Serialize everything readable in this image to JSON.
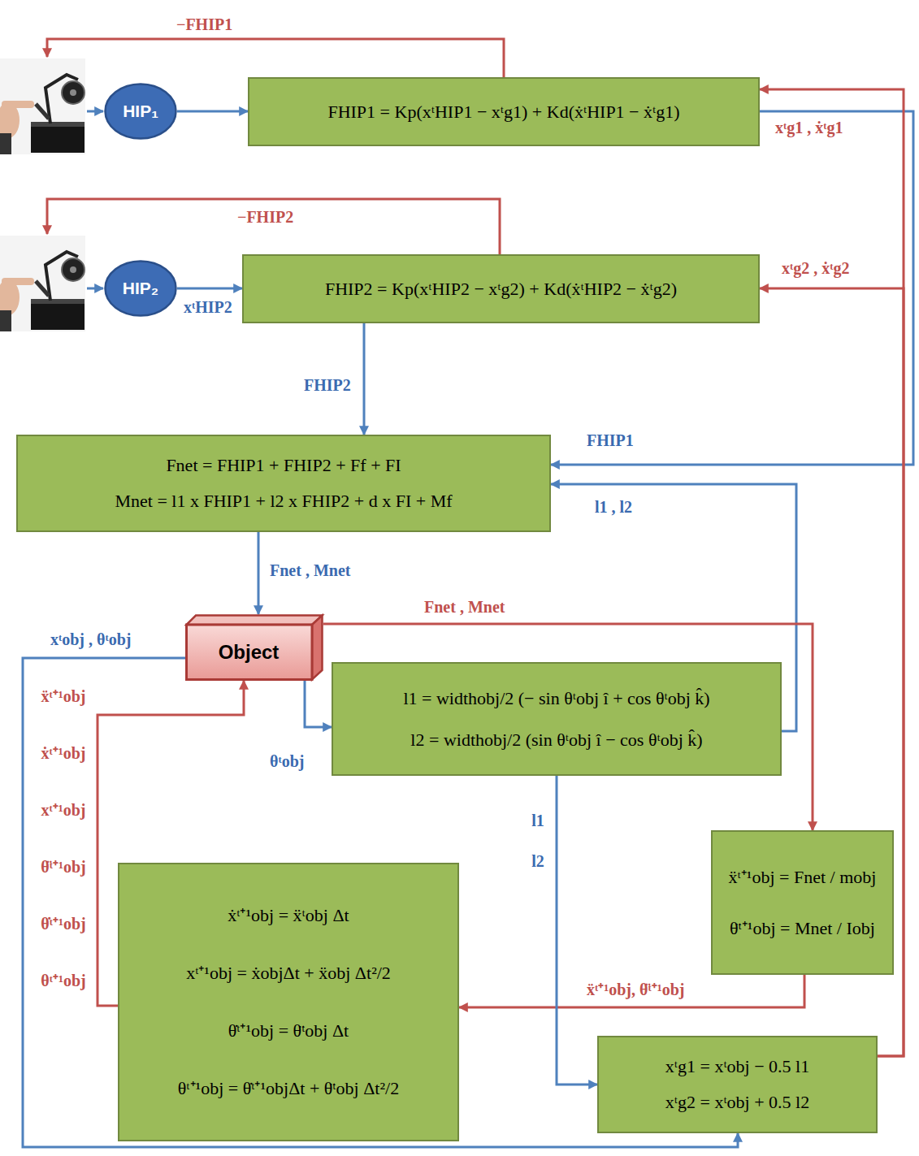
{
  "diagram": {
    "nodes": [
      {
        "text": [
          "HIP₁"
        ]
      },
      {
        "text": [
          "FHIP1 = Kp(xᵗHIP1 − xᵗg1) + Kd(ẋᵗHIP1 − ẋᵗg1)"
        ]
      },
      {
        "text": [
          "HIP₂"
        ]
      },
      {
        "text": [
          "FHIP2 = Kp(xᵗHIP2 − xᵗg2) + Kd(ẋᵗHIP2 − ẋᵗg2)"
        ]
      },
      {
        "text": [
          "Fnet = FHIP1 + FHIP2 + Ff + FI",
          "Mnet = l1 x FHIP1 + l2 x FHIP2 + d x FI + Mf"
        ]
      },
      {
        "text": [
          "Object"
        ]
      },
      {
        "text": [
          "l1 = widthobj/2 (− sin θᵗobj î + cos θᵗobj k̂)",
          "l2 = widthobj/2 (sin θᵗobj î − cos θᵗobj k̂)"
        ]
      },
      {
        "text": [
          "ẍᵗ⁺¹obj = Fnet / mobj",
          "θ̈ᵗ⁺¹obj = Mnet / Iobj"
        ]
      },
      {
        "text": [
          "ẋᵗ⁺¹obj = ẍᵗobj Δt",
          "xᵗ⁺¹obj = ẋobjΔt + ẍobj Δt²/2",
          "θ̇ᵗ⁺¹obj = θ̈ᵗobj Δt",
          "θᵗ⁺¹obj = θ̇ᵗ⁺¹objΔt + θ̈ᵗobj Δt²/2"
        ]
      },
      {
        "text": [
          "xᵗg1 = xᵗobj − 0.5 l1",
          "xᵗg2 = xᵗobj + 0.5 l2"
        ]
      }
    ],
    "edges": [
      {
        "from": 0,
        "to": 1,
        "arrow": "to"
      },
      {
        "from": 1,
        "to": 4,
        "arrow": "to",
        "label": "FHIP1"
      },
      {
        "from": 2,
        "to": 3,
        "arrow": "to",
        "label": "xᵗHIP2"
      },
      {
        "from": 3,
        "to": 4,
        "arrow": "to",
        "label": "FHIP2"
      },
      {
        "from": 6,
        "to": 4,
        "arrow": "to",
        "label": "l1 , l2"
      },
      {
        "from": 4,
        "to": 5,
        "arrow": "to",
        "label": "Fnet , Mnet"
      },
      {
        "from": 5,
        "to": 6,
        "arrow": "to",
        "label": "θᵗobj"
      },
      {
        "from": 5,
        "to": 7,
        "arrow": "to",
        "label": "Fnet , Mnet"
      },
      {
        "from": 7,
        "to": 8,
        "arrow": "to",
        "label": "ẍᵗ⁺¹obj, θ̈ᵗ⁺¹obj"
      },
      {
        "from": 8,
        "to": 5,
        "arrow": "to",
        "label": "ẍᵗ⁺¹obj ẋᵗ⁺¹obj xᵗ⁺¹obj θ̈ᵗ⁺¹obj θ̇ᵗ⁺¹obj θᵗ⁺¹obj"
      },
      {
        "from": 6,
        "to": 9,
        "arrow": "to",
        "label": "l1 l2"
      },
      {
        "from": 5,
        "to": 9,
        "arrow": "to",
        "label": "xᵗobj , θᵗobj"
      },
      {
        "from": 9,
        "to": 1,
        "arrow": "to",
        "label": "xᵗg1 , ẋᵗg1"
      },
      {
        "from": 9,
        "to": 3,
        "arrow": "to",
        "label": "xᵗg2 , ẋᵗg2"
      }
    ],
    "labels": [
      "−FHIP1",
      "−FHIP2"
    ]
  }
}
